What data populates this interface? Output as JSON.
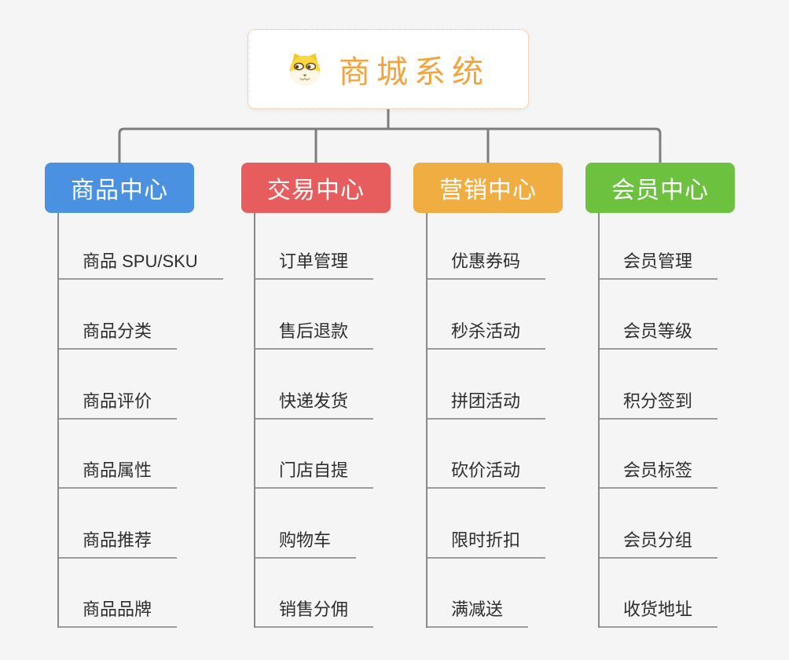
{
  "root": {
    "title": "商城系统",
    "icon": "dog-face-icon"
  },
  "branches": [
    {
      "label": "商品中心",
      "color": "#4b91e2",
      "items": [
        "商品 SPU/SKU",
        "商品分类",
        "商品评价",
        "商品属性",
        "商品推荐",
        "商品品牌"
      ]
    },
    {
      "label": "交易中心",
      "color": "#e75c5c",
      "items": [
        "订单管理",
        "售后退款",
        "快递发货",
        "门店自提",
        "购物车",
        "销售分佣"
      ]
    },
    {
      "label": "营销中心",
      "color": "#efad42",
      "items": [
        "优惠券码",
        "秒杀活动",
        "拼团活动",
        "砍价活动",
        "限时折扣",
        "满减送"
      ]
    },
    {
      "label": "会员中心",
      "color": "#6cc13f",
      "items": [
        "会员管理",
        "会员等级",
        "积分签到",
        "会员标签",
        "会员分组",
        "收货地址"
      ]
    }
  ],
  "colors": {
    "background": "#f5f5f5",
    "root_border": "#f0ac4e",
    "root_text": "#f2a43c",
    "connector": "#7d7d7d",
    "trunk": "#8a8a8a",
    "leaf_underline": "#9b9b9b",
    "leaf_text": "#2d2d2d"
  }
}
